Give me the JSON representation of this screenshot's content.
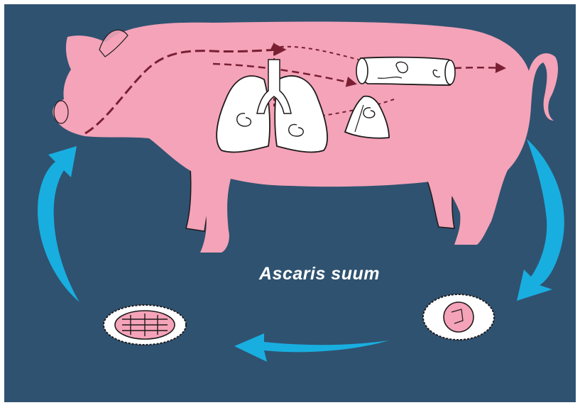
{
  "diagram": {
    "caption": "Ascaris suum",
    "colors": {
      "background": "#2f5270",
      "frame": "#ffffff",
      "pig": "#f4a3b8",
      "organ_fill": "#ffffff",
      "outline": "#1e1a1c",
      "cycle_arrow": "#19aee0",
      "path_arrow": "#7a1f33",
      "caption": "#ffffff"
    },
    "stages": [
      "pig",
      "lungs",
      "liver",
      "intestine",
      "egg-unembryonated",
      "egg-embryonated"
    ]
  }
}
